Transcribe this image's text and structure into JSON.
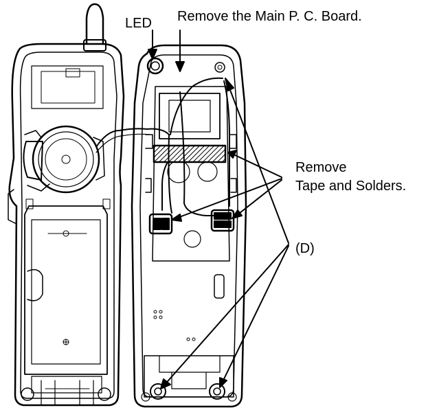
{
  "labels": {
    "led": "LED",
    "remove_board": "Remove the Main P. C. Board.",
    "remove_tape_line1": "Remove",
    "remove_tape_line2": "Tape and Solders.",
    "screws": "(D)"
  }
}
